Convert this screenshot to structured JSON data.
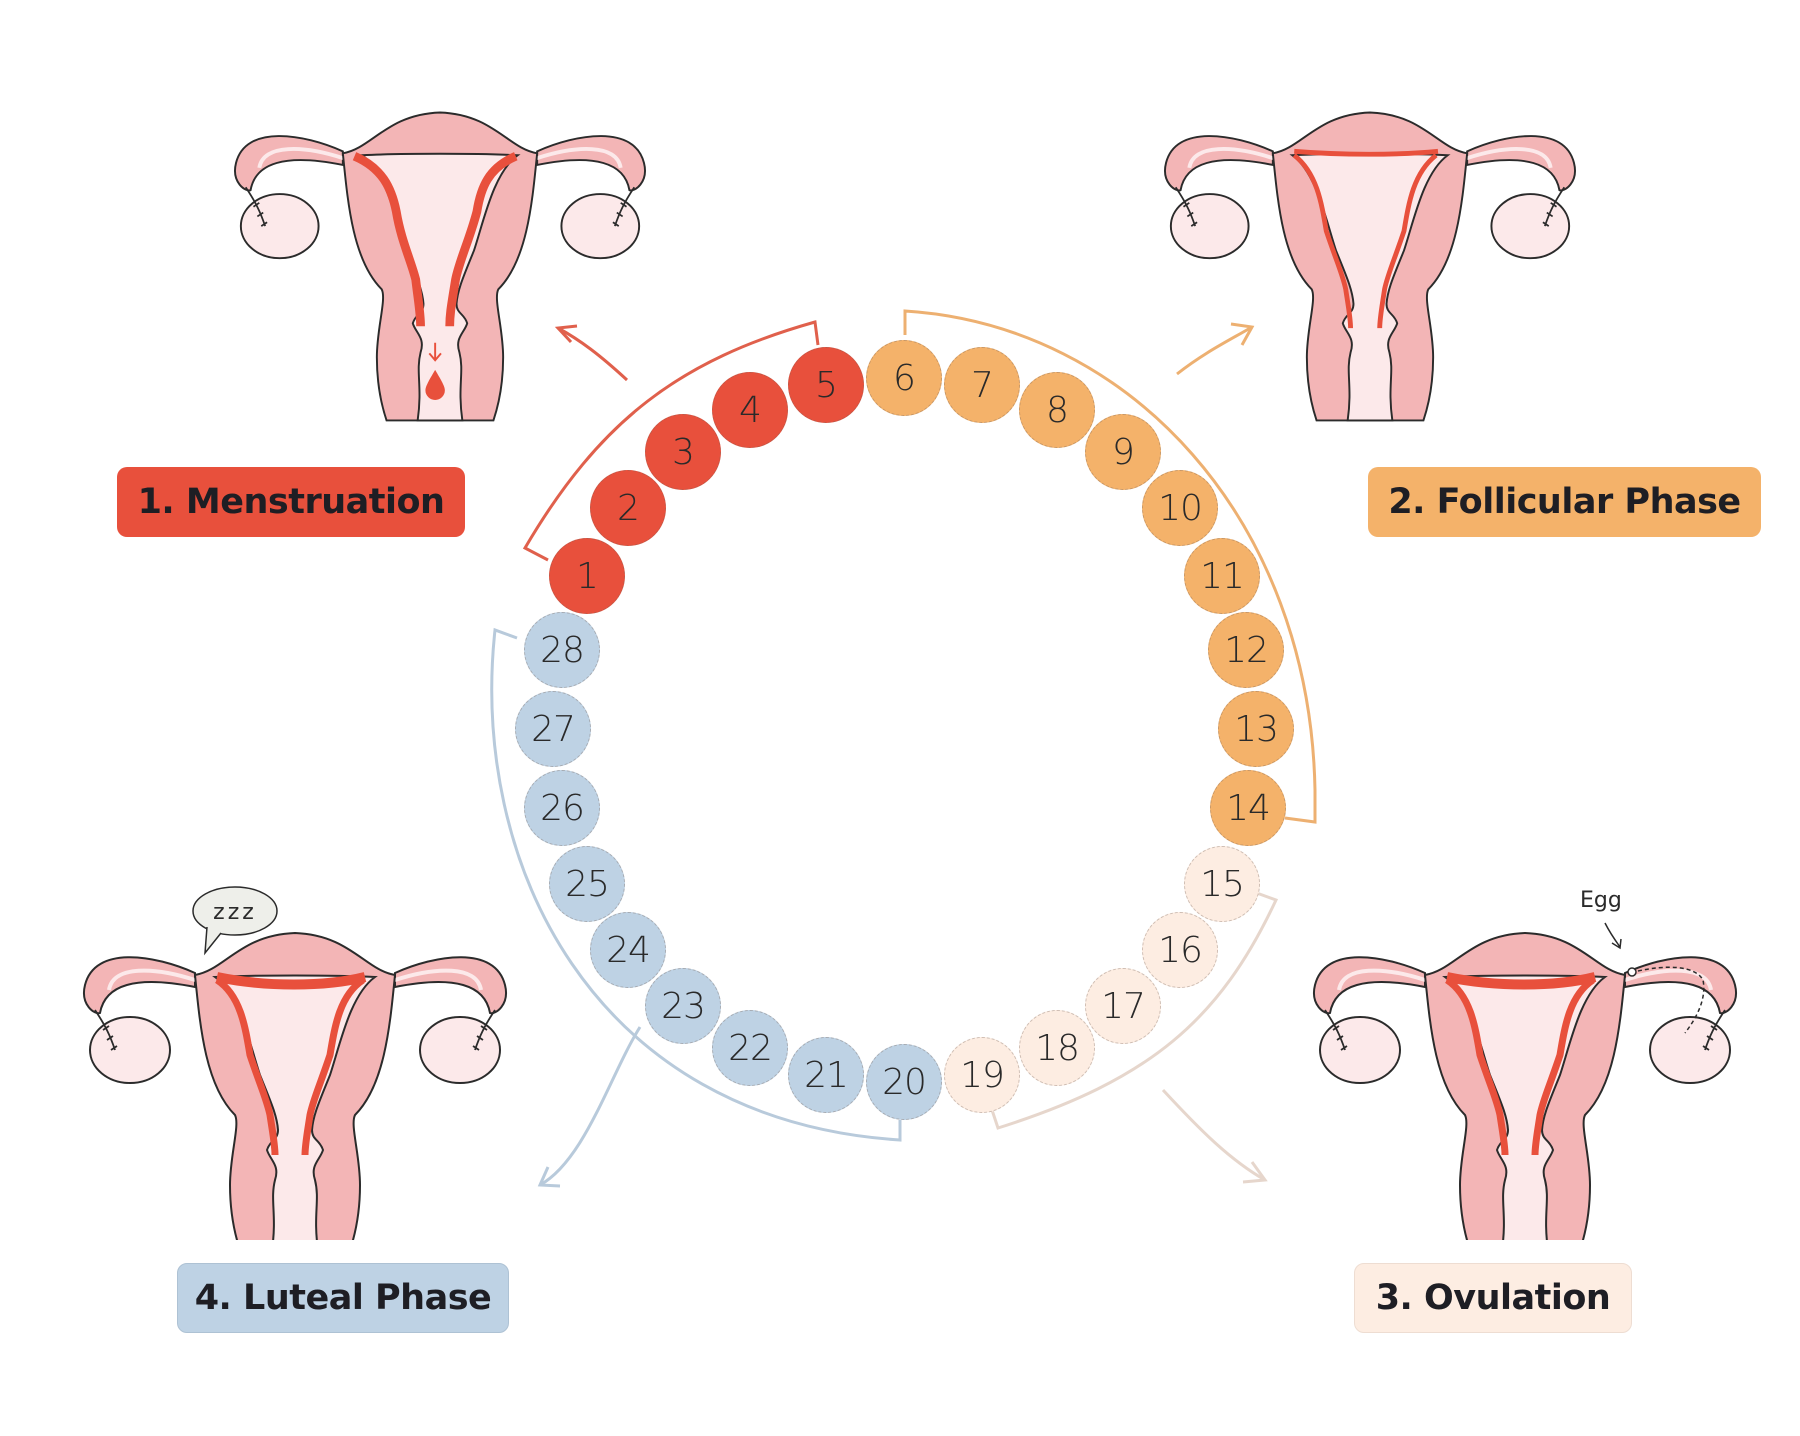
{
  "diagram": {
    "title": "Menstrual Cycle Phases",
    "colors": {
      "menstruation": "#E8503C",
      "follicular": "#F4B26A",
      "ovulation": "#FDEDE2",
      "luteal": "#BED2E4",
      "uterus_outer": "#F3B5B6",
      "uterus_inner": "#FCE9EA",
      "lining": "#E8503C",
      "outline": "#2b2b2b"
    },
    "phases": [
      {
        "id": "menstruation",
        "label": "1. Menstruation",
        "days": [
          1,
          5
        ]
      },
      {
        "id": "follicular",
        "label": "2. Follicular Phase",
        "days": [
          6,
          14
        ]
      },
      {
        "id": "ovulation",
        "label": "3. Ovulation",
        "days": [
          15,
          19
        ]
      },
      {
        "id": "luteal",
        "label": "4. Luteal Phase",
        "days": [
          20,
          28
        ]
      }
    ],
    "days": [
      {
        "n": "1",
        "phase": "menstruation"
      },
      {
        "n": "2",
        "phase": "menstruation"
      },
      {
        "n": "3",
        "phase": "menstruation"
      },
      {
        "n": "4",
        "phase": "menstruation"
      },
      {
        "n": "5",
        "phase": "menstruation"
      },
      {
        "n": "6",
        "phase": "follicular"
      },
      {
        "n": "7",
        "phase": "follicular"
      },
      {
        "n": "8",
        "phase": "follicular"
      },
      {
        "n": "9",
        "phase": "follicular"
      },
      {
        "n": "10",
        "phase": "follicular"
      },
      {
        "n": "11",
        "phase": "follicular"
      },
      {
        "n": "12",
        "phase": "follicular"
      },
      {
        "n": "13",
        "phase": "follicular"
      },
      {
        "n": "14",
        "phase": "follicular"
      },
      {
        "n": "15",
        "phase": "ovulation"
      },
      {
        "n": "16",
        "phase": "ovulation"
      },
      {
        "n": "17",
        "phase": "ovulation"
      },
      {
        "n": "18",
        "phase": "ovulation"
      },
      {
        "n": "19",
        "phase": "ovulation"
      },
      {
        "n": "20",
        "phase": "luteal"
      },
      {
        "n": "21",
        "phase": "luteal"
      },
      {
        "n": "22",
        "phase": "luteal"
      },
      {
        "n": "23",
        "phase": "luteal"
      },
      {
        "n": "24",
        "phase": "luteal"
      },
      {
        "n": "25",
        "phase": "luteal"
      },
      {
        "n": "26",
        "phase": "luteal"
      },
      {
        "n": "27",
        "phase": "luteal"
      },
      {
        "n": "28",
        "phase": "luteal"
      }
    ],
    "annotations": {
      "sleep_bubble": "zzz",
      "egg_label": "Egg"
    }
  }
}
